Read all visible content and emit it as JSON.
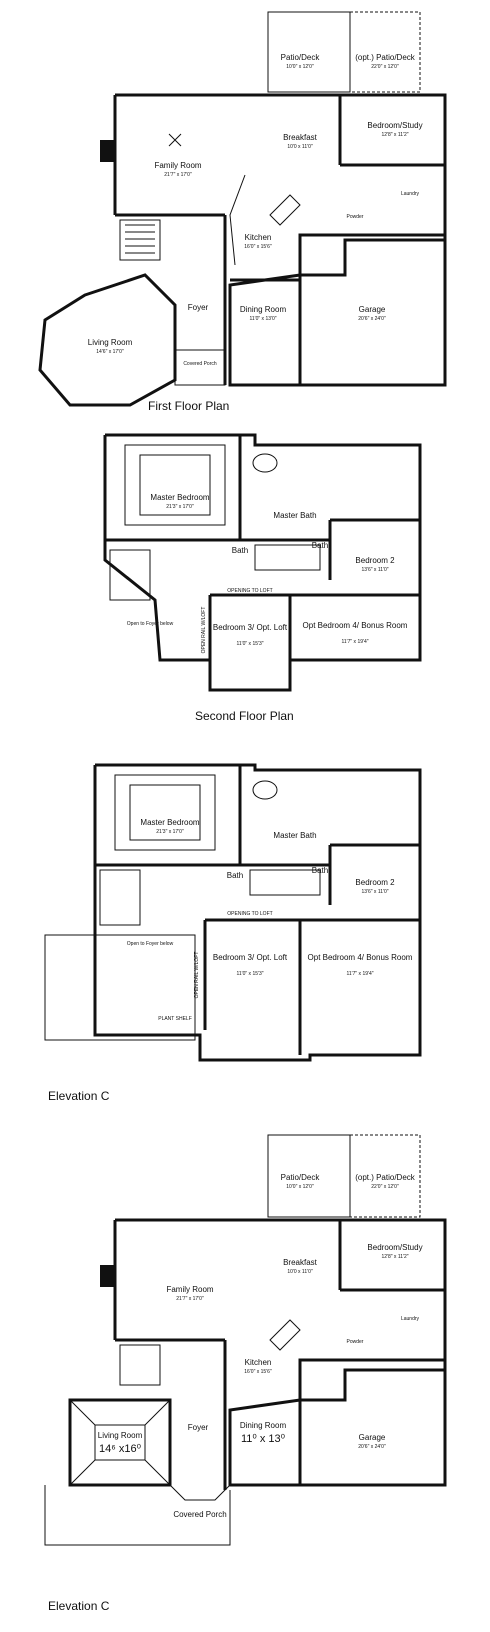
{
  "plans": {
    "first_floor": {
      "caption": "First Floor Plan",
      "rooms": {
        "patio": {
          "name": "Patio/Deck",
          "dim": "10'0\" x 12'0\""
        },
        "opt_patio": {
          "name": "(opt.) Patio/Deck",
          "dim": "22'0\" x 12'0\""
        },
        "breakfast": {
          "name": "Breakfast",
          "dim": "10'0 x 11'0\""
        },
        "bedroom_study": {
          "name": "Bedroom/Study",
          "dim": "12'8\" x 11'2\""
        },
        "family": {
          "name": "Family Room",
          "dim": "21'7\" x 17'0\""
        },
        "kitchen": {
          "name": "Kitchen",
          "dim": "16'0\" x 15'6\""
        },
        "powder": {
          "name": "Powder"
        },
        "laundry": {
          "name": "Laundry"
        },
        "foyer": {
          "name": "Foyer"
        },
        "dining": {
          "name": "Dining Room",
          "dim": "11'0\" x 13'0\""
        },
        "garage": {
          "name": "Garage",
          "dim": "20'6\" x 24'0\""
        },
        "living": {
          "name": "Living Room",
          "dim": "14'6\" x 17'0\""
        },
        "porch": {
          "name": "Covered Porch"
        }
      }
    },
    "second_floor": {
      "caption": "Second Floor Plan",
      "rooms": {
        "master_bed": {
          "name": "Master Bedroom",
          "dim": "21'3\" x 17'0\""
        },
        "master_bath": {
          "name": "Master Bath"
        },
        "bath_left": {
          "name": "Bath"
        },
        "bath_right": {
          "name": "Bath"
        },
        "bedroom2": {
          "name": "Bedroom 2",
          "dim": "13'6\" x 11'0\""
        },
        "opening": {
          "name": "OPENING TO LOFT"
        },
        "foyer_below": {
          "name": "Open to Foyer below"
        },
        "open_rail": {
          "name": "OPEN RAIL W/LOFT"
        },
        "bedroom3": {
          "name": "Bedroom 3/ Opt. Loft",
          "dim": "11'0\" x 15'3\""
        },
        "bedroom4": {
          "name": "Opt Bedroom 4/ Bonus Room",
          "dim": "11'7\" x 19'4\""
        }
      }
    },
    "second_floor_c": {
      "rooms": {
        "master_bed": {
          "name": "Master Bedroom",
          "dim": "21'3\" x 17'0\""
        },
        "master_bath": {
          "name": "Master Bath"
        },
        "bath_left": {
          "name": "Bath"
        },
        "bath_right": {
          "name": "Bath"
        },
        "bedroom2": {
          "name": "Bedroom 2",
          "dim": "13'6\" x 11'0\""
        },
        "opening": {
          "name": "OPENING TO LOFT"
        },
        "foyer_below": {
          "name": "Open to Foyer below"
        },
        "open_rail": {
          "name": "OPEN RAIL W/LOFT"
        },
        "plant_shelf": {
          "name": "PLANT SHELF"
        },
        "bedroom3": {
          "name": "Bedroom 3/ Opt. Loft",
          "dim": "11'0\" x 15'3\""
        },
        "bedroom4": {
          "name": "Opt Bedroom 4/ Bonus Room",
          "dim": "11'7\" x 19'4\""
        }
      },
      "caption": "Elevation C"
    },
    "first_floor_c": {
      "rooms": {
        "patio": {
          "name": "Patio/Deck",
          "dim": "10'0\" x 12'0\""
        },
        "opt_patio": {
          "name": "(opt.) Patio/Deck",
          "dim": "22'0\" x 12'0\""
        },
        "breakfast": {
          "name": "Breakfast",
          "dim": "10'0 x 11'0\""
        },
        "bedroom_study": {
          "name": "Bedroom/Study",
          "dim": "12'8\" x 11'2\""
        },
        "family": {
          "name": "Family Room",
          "dim": "21'7\" x 17'0\""
        },
        "kitchen": {
          "name": "Kitchen",
          "dim": "16'0\" x 15'6\""
        },
        "powder": {
          "name": "Powder"
        },
        "laundry": {
          "name": "Laundry"
        },
        "foyer": {
          "name": "Foyer"
        },
        "dining": {
          "name": "Dining Room",
          "dim": "11⁰ x 13⁰"
        },
        "garage": {
          "name": "Garage",
          "dim": "20'6\" x 24'0\""
        },
        "living": {
          "name": "Living Room",
          "dim": "14⁶ x16⁰"
        },
        "porch": {
          "name": "Covered Porch"
        }
      },
      "caption": "Elevation C"
    }
  }
}
